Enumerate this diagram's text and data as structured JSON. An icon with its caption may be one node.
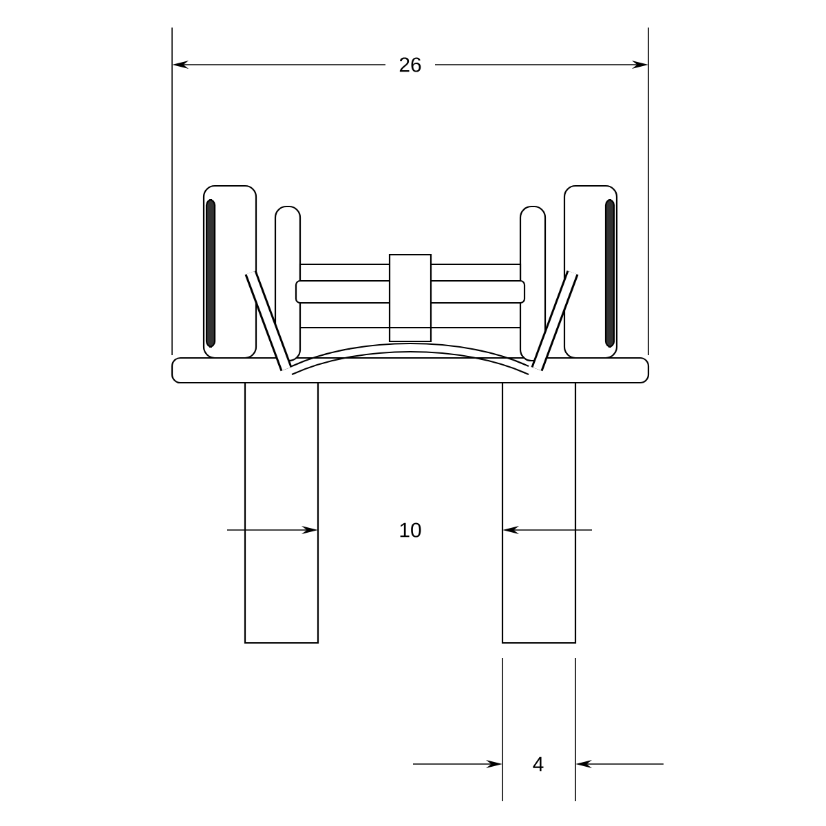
{
  "diagram": {
    "labels": [
      "26",
      "10",
      "4"
    ]
  }
}
